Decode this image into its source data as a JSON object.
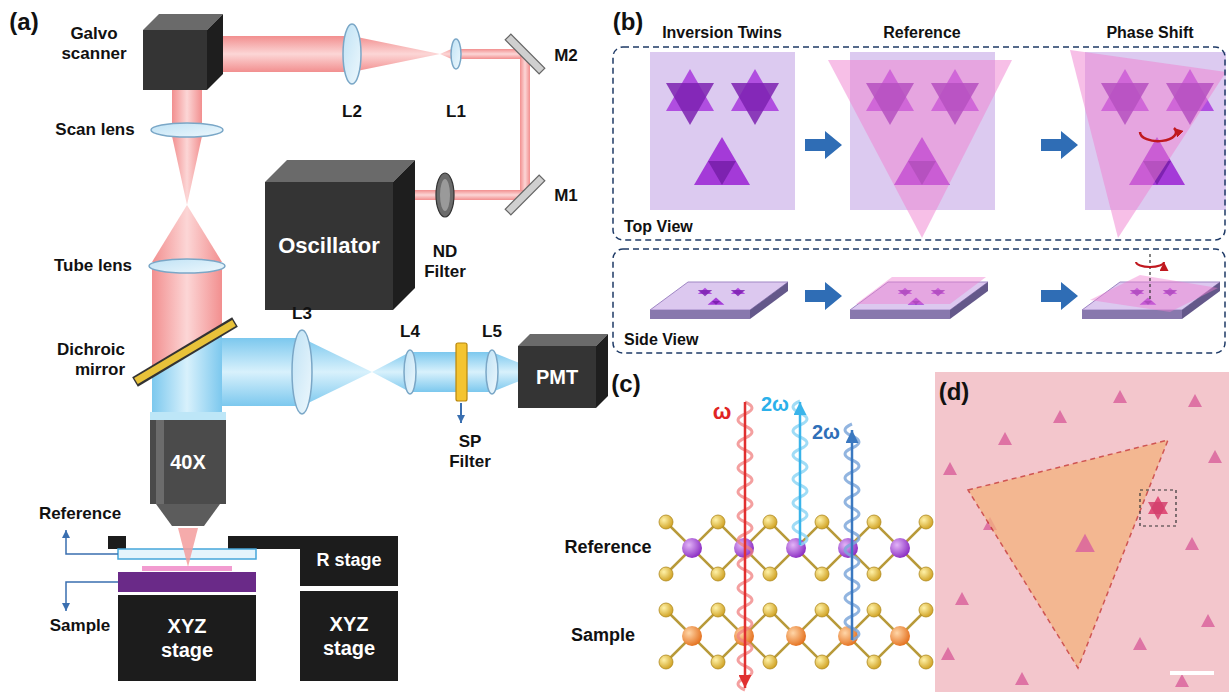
{
  "diagram": {
    "nodes": [
      {
        "text": [
          "Galvo scanner"
        ]
      },
      {
        "text": [
          "Oscillator"
        ]
      },
      {
        "text": [
          "PMT"
        ]
      },
      {
        "text": [
          "40X"
        ]
      },
      {
        "text": [
          "R stage"
        ]
      },
      {
        "text": [
          "XYZ stage"
        ]
      },
      {
        "text": [
          "XYZ stage"
        ]
      },
      {
        "text": [
          "Top View"
        ]
      },
      {
        "text": [
          "Side View"
        ]
      }
    ],
    "labels": [
      "(a)",
      "L2",
      "L1",
      "M2",
      "Scan lens",
      "M1",
      "Tube lens",
      "ND Filter",
      "Dichroic mirror",
      "L3",
      "L4",
      "L5",
      "SP Filter",
      "Reference",
      "Sample",
      "(b)",
      "Inversion Twins",
      "Reference",
      "Phase Shift",
      "(c)",
      "ω",
      "2ω",
      "2ω",
      "Reference",
      "Sample",
      "(d)"
    ]
  }
}
